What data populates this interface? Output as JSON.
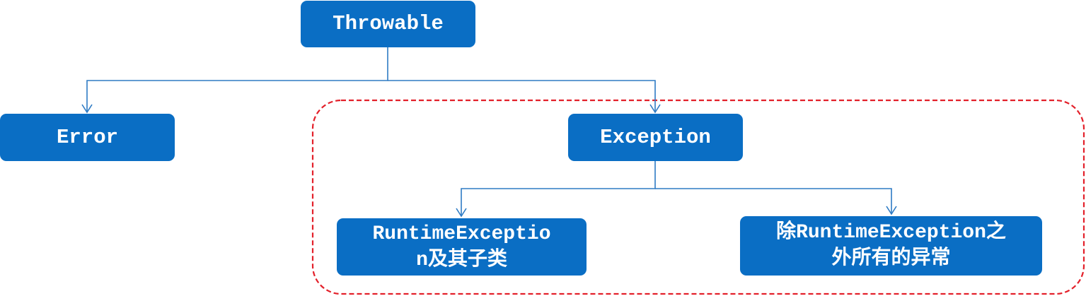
{
  "diagram": {
    "nodes": {
      "throwable": {
        "label": "Throwable"
      },
      "error": {
        "label": "Error"
      },
      "exception": {
        "label": "Exception"
      },
      "runtime_exception": {
        "label": "RuntimeExceptio\nn及其子类"
      },
      "non_runtime_exception": {
        "label": "除RuntimeException之\n外所有的异常"
      }
    },
    "edges": [
      {
        "from": "Throwable",
        "to": "Error"
      },
      {
        "from": "Throwable",
        "to": "Exception"
      },
      {
        "from": "Exception",
        "to": "RuntimeExceptio n及其子类"
      },
      {
        "from": "Exception",
        "to": "除RuntimeException之外所有的异常"
      }
    ],
    "colors": {
      "node_fill": "#0a6ec4",
      "node_text": "#ffffff",
      "connector": "#2e7bc4",
      "highlight_border": "#e3202a"
    }
  }
}
